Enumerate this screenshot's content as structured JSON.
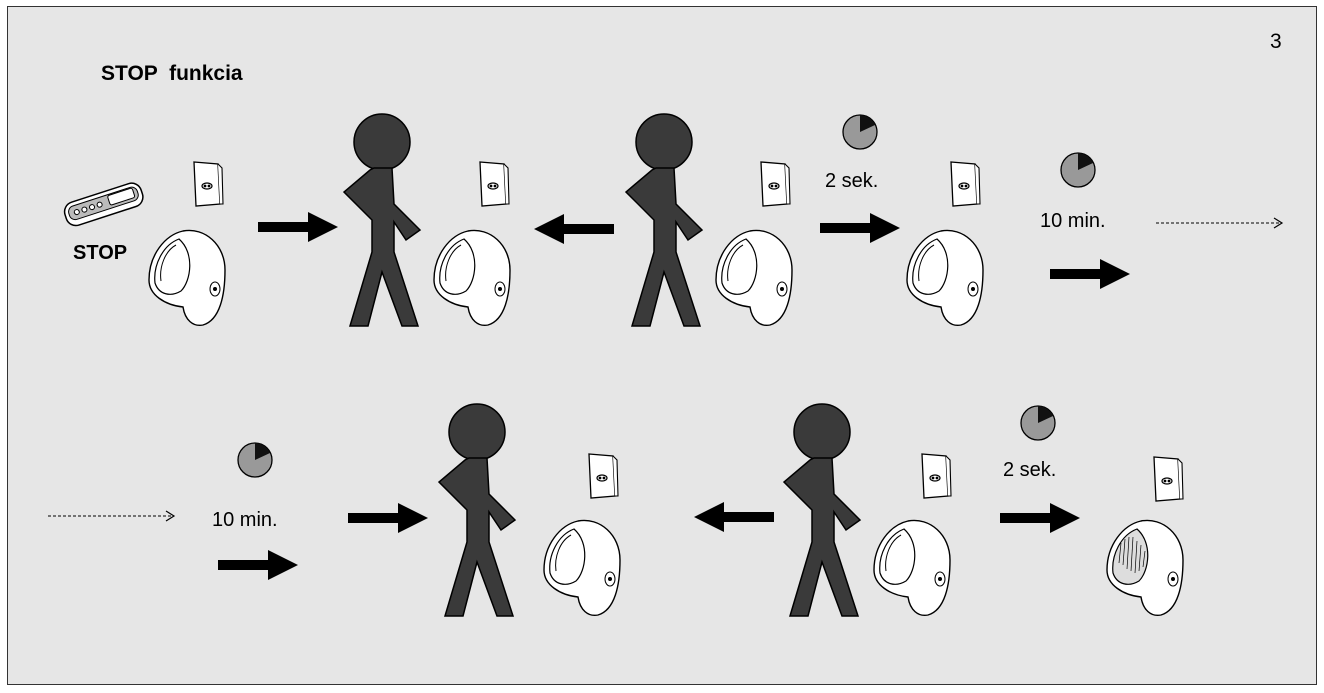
{
  "page": {
    "number": "3"
  },
  "title": "STOP  funkcia",
  "labels": {
    "stop": "STOP",
    "two_sec": "2 sek.",
    "ten_min": "10 min."
  },
  "colors": {
    "figure": "#3a3a3a",
    "background": "#e6e6e6",
    "timer_face": "#999999",
    "timer_wedge": "#111111"
  },
  "icons": [
    "remote-control-icon",
    "sensor-panel-icon",
    "urinal-icon",
    "person-icon",
    "timer-icon",
    "arrow-icon",
    "dashed-arrow-icon",
    "flushing-urinal-icon"
  ]
}
